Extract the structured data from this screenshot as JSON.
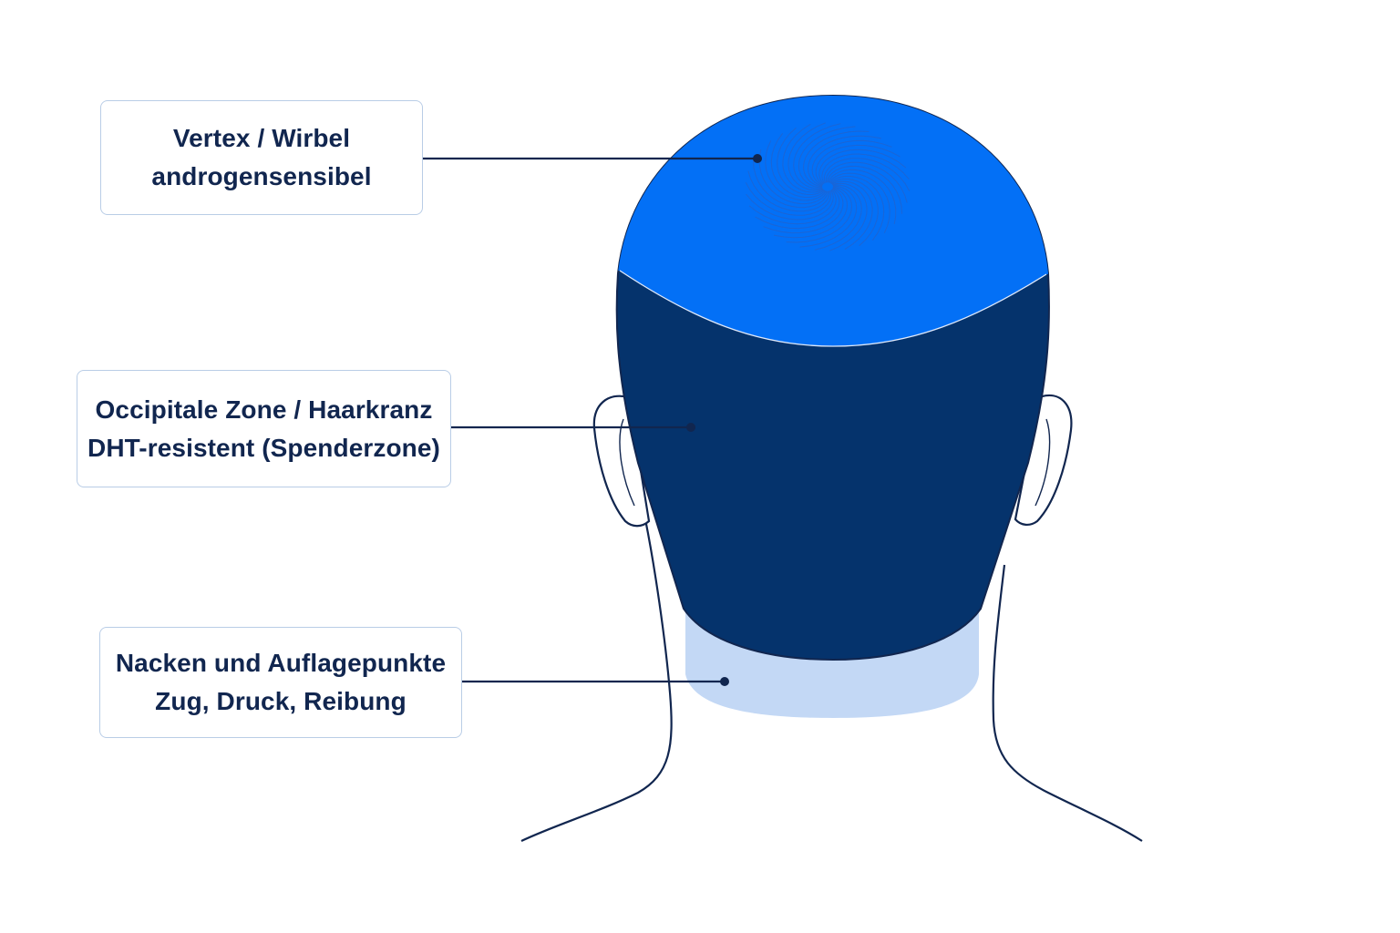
{
  "colors": {
    "vertex": "#0370f6",
    "occipital": "#05336c",
    "nape": "#c3d8f5",
    "outline": "#11264f",
    "box_border": "#b9cde6",
    "text": "#11264f"
  },
  "labels": {
    "vertex": {
      "title": "Vertex / Wirbel",
      "subtitle": "androgensensibel"
    },
    "occipital": {
      "title": "Occipitale Zone / Haarkranz",
      "subtitle": "DHT-resistent (Spenderzone)"
    },
    "nape": {
      "title": "Nacken und Auflagepunkte",
      "subtitle": "Zug, Druck, Reibung"
    }
  }
}
